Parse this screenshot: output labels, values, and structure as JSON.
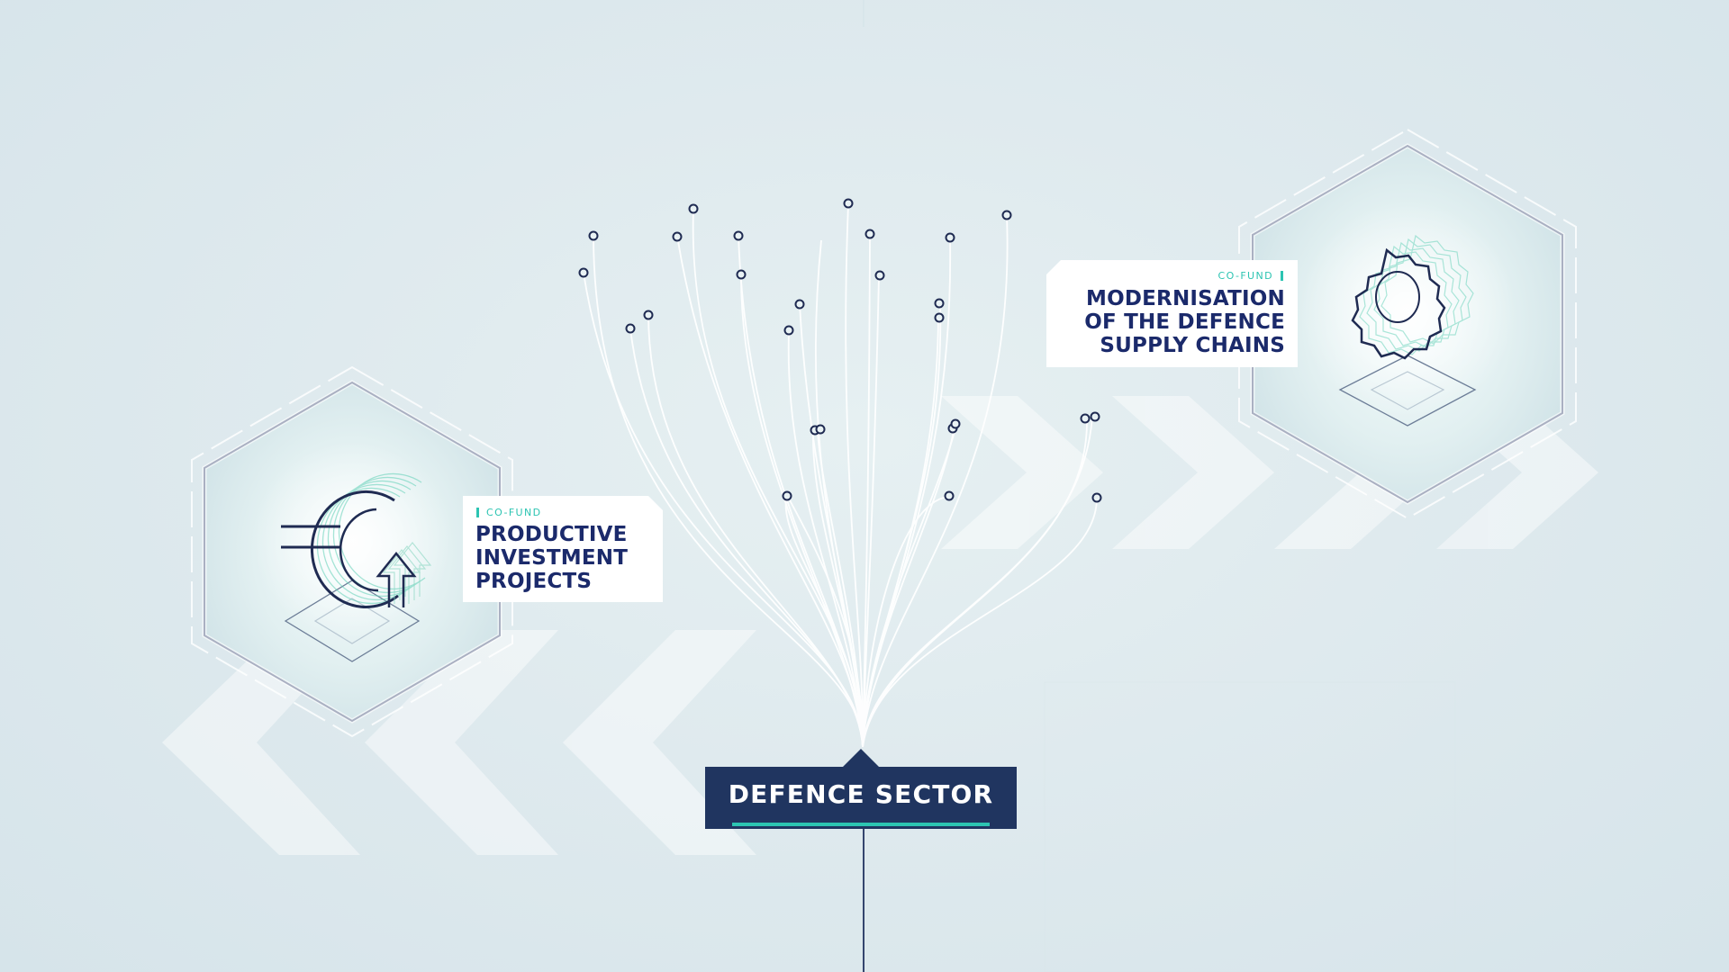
{
  "diagram": {
    "center_node": {
      "label": "DEFENCE SECTOR"
    },
    "branches": [
      {
        "tag": "CO-FUND",
        "title_lines": [
          "PRODUCTIVE",
          "INVESTMENT",
          "PROJECTS"
        ],
        "icon": "euro-growth-icon"
      },
      {
        "tag": "CO-FUND",
        "title_lines": [
          "MODERNISATION",
          "OF THE DEFENCE",
          "SUPPLY CHAINS"
        ],
        "icon": "gear-icon"
      }
    ],
    "colors": {
      "navy": "#203560",
      "title_text": "#1b2a6b",
      "accent_teal": "#2cc4b2",
      "line_white": "#ffffff"
    }
  }
}
